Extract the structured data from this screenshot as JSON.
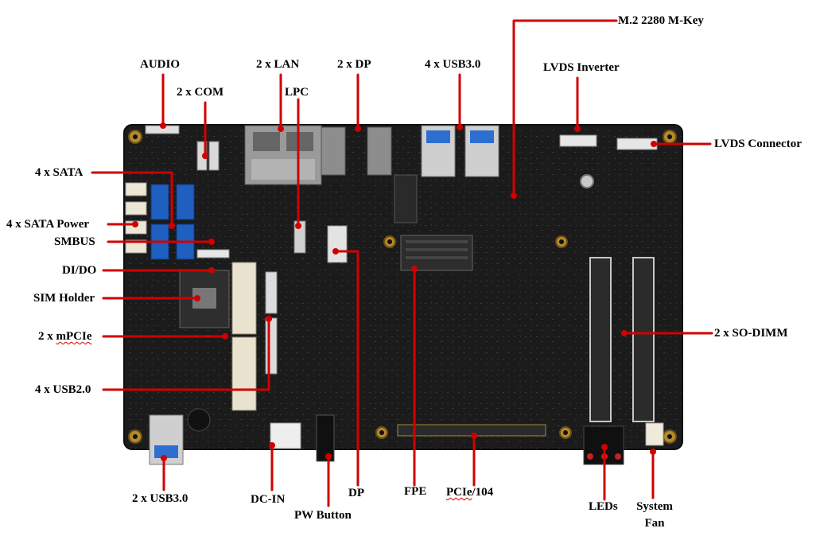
{
  "colors": {
    "board": "#1b1b1b",
    "callout": "#d00000",
    "sata_blue": "#1e5fc0",
    "slot_ivory": "#e8e2cf",
    "gold": "#b58a2a"
  },
  "labels": {
    "m2": "M.2 2280 M-Key",
    "audio": "AUDIO",
    "lan": "2 x LAN",
    "dp_top": "2 x DP",
    "usb30_top": "4 x USB3.0",
    "lvds_inverter": "LVDS Inverter",
    "com": "2 x COM",
    "lpc": "LPC",
    "lvds_connector": "LVDS Connector",
    "sata": "4 x SATA",
    "sata_power": "4 x SATA Power",
    "smbus": "SMBUS",
    "dido": "DI/DO",
    "sim": "SIM Holder",
    "mpcie_prefix": "2 x ",
    "mpcie_word": "mPCIe",
    "sodimm": "2 x SO-DIMM",
    "usb20": "4 x USB2.0",
    "usb30_bottom": "2 x USB3.0",
    "dcin": "DC-IN",
    "pw_button": "PW Button",
    "dp_bottom": "DP",
    "fpe": "FPE",
    "pcie104_prefix": "PCIe",
    "pcie104_suffix": "/104",
    "leds": "LEDs",
    "system": "System",
    "fan": "Fan"
  }
}
